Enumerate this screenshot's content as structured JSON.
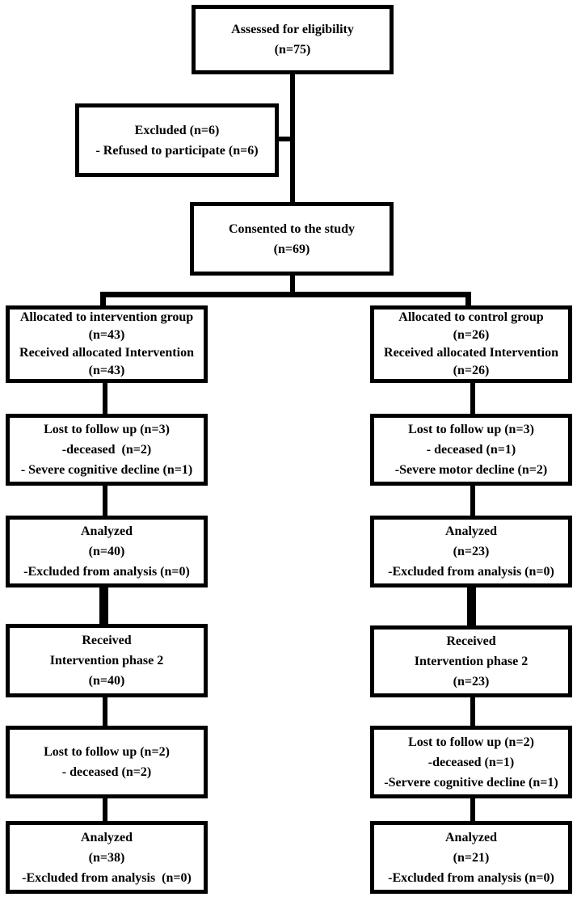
{
  "diagram": {
    "type": "consort-flow-diagram",
    "colors": {
      "line": "#000000",
      "box_background": "#ffffff",
      "text": "#000000"
    },
    "boxes": {
      "assessed": {
        "lines": [
          "Assessed for eligibility",
          "(n=75)"
        ]
      },
      "excluded": {
        "lines": [
          "Excluded (n=6)",
          "- Refused to participate (n=6)"
        ]
      },
      "consented": {
        "lines": [
          "Consented to the study",
          "(n=69)"
        ]
      },
      "alloc_intervention": {
        "lines": [
          "Allocated to intervention group",
          "(n=43)",
          "Received allocated Intervention",
          "(n=43)"
        ]
      },
      "alloc_control": {
        "lines": [
          "Allocated to control group",
          "(n=26)",
          "Received allocated Intervention",
          "(n=26)"
        ]
      },
      "lost1_intervention": {
        "lines": [
          "Lost to follow up (n=3)",
          "-deceased  (n=2)",
          "- Severe cognitive decline (n=1)"
        ]
      },
      "lost1_control": {
        "lines": [
          "Lost to follow up (n=3)",
          "- deceased (n=1)",
          "-Severe motor decline (n=2)"
        ]
      },
      "analyzed1_intervention": {
        "lines": [
          "Analyzed",
          "(n=40)",
          "-Excluded from analysis (n=0)"
        ]
      },
      "analyzed1_control": {
        "lines": [
          "Analyzed",
          "(n=23)",
          "-Excluded from analysis (n=0)"
        ]
      },
      "phase2_intervention": {
        "lines": [
          "Received",
          "Intervention phase 2",
          "(n=40)"
        ]
      },
      "phase2_control": {
        "lines": [
          "Received",
          "Intervention phase 2",
          "(n=23)"
        ]
      },
      "lost2_intervention": {
        "lines": [
          "Lost to follow up (n=2)",
          "- deceased (n=2)"
        ]
      },
      "lost2_control": {
        "lines": [
          "Lost to follow up (n=2)",
          "-deceased (n=1)",
          "-Servere cognitive decline (n=1)"
        ]
      },
      "analyzed2_intervention": {
        "lines": [
          "Analyzed",
          "(n=38)",
          "-Excluded from analysis  (n=0)"
        ]
      },
      "analyzed2_control": {
        "lines": [
          "Analyzed",
          "(n=21)",
          "-Excluded from analysis (n=0)"
        ]
      }
    }
  }
}
